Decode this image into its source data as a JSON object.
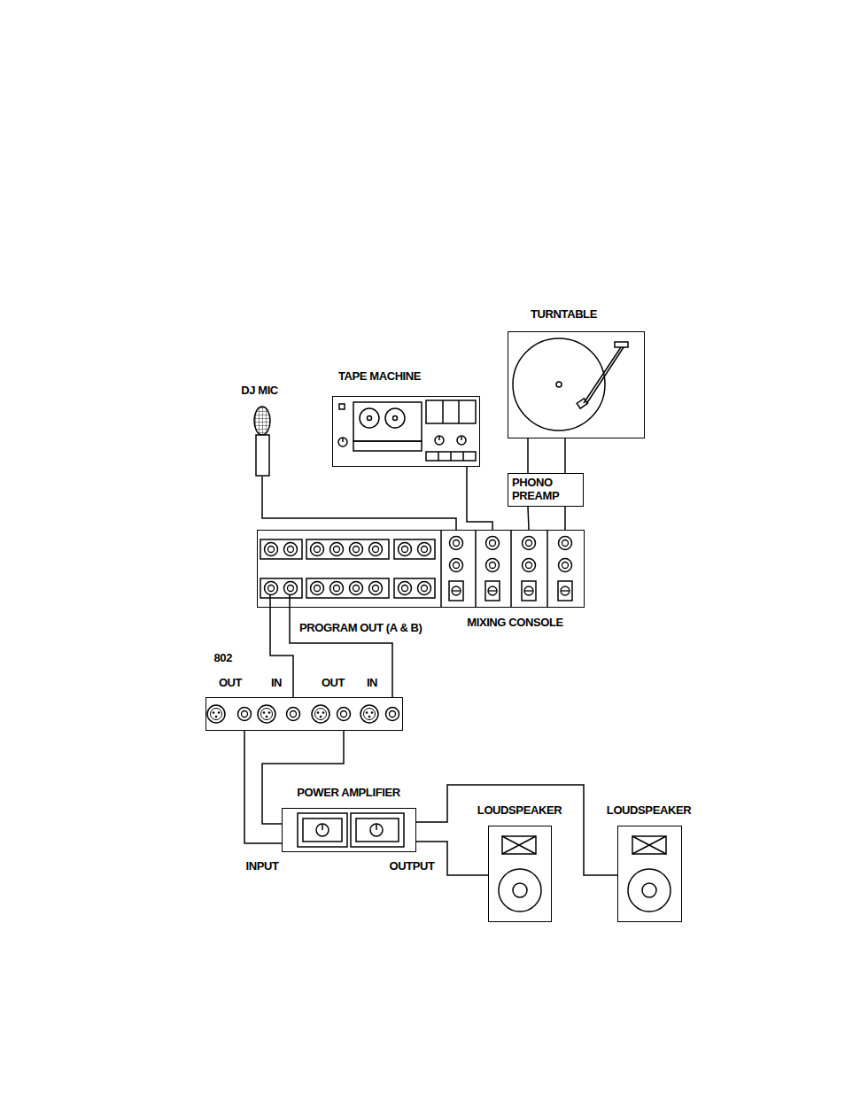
{
  "diagram": {
    "nodes": [
      {
        "text": [
          "DJ MIC"
        ]
      },
      {
        "text": [
          "TAPE MACHINE"
        ]
      },
      {
        "text": [
          "TURNTABLE"
        ]
      },
      {
        "text": [
          "PHONO PREAMP"
        ]
      },
      {
        "text": [
          "MIXING CONSOLE"
        ]
      },
      {
        "text": [
          "802"
        ]
      },
      {
        "text": [
          "POWER AMPLIFIER"
        ]
      },
      {
        "text": [
          "LOUDSPEAKER"
        ]
      },
      {
        "text": [
          "LOUDSPEAKER"
        ]
      }
    ],
    "edges": [
      {
        "from": 0,
        "to": 4,
        "arrow": "none"
      },
      {
        "from": 1,
        "to": 4,
        "arrow": "none"
      },
      {
        "from": 2,
        "to": 3,
        "arrow": "none"
      },
      {
        "from": 2,
        "to": 3,
        "arrow": "none"
      },
      {
        "from": 3,
        "to": 4,
        "arrow": "none"
      },
      {
        "from": 3,
        "to": 4,
        "arrow": "none"
      },
      {
        "from": 4,
        "to": 5,
        "label": "PROGRAM OUT (A & B)",
        "arrow": "none"
      },
      {
        "from": 4,
        "to": 5,
        "arrow": "none"
      },
      {
        "from": 5,
        "to": 6,
        "arrow": "none"
      },
      {
        "from": 5,
        "to": 6,
        "arrow": "none"
      },
      {
        "from": 6,
        "to": 7,
        "arrow": "none"
      },
      {
        "from": 6,
        "to": 8,
        "arrow": "none"
      }
    ],
    "labels": [
      "OUT",
      "IN",
      "OUT",
      "IN",
      "INPUT",
      "OUTPUT"
    ]
  }
}
